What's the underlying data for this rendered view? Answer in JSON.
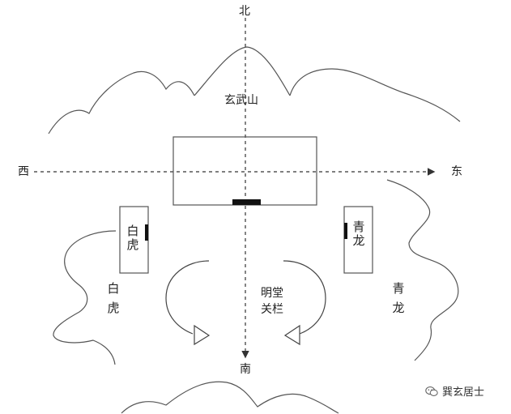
{
  "directions": {
    "north": "北",
    "south": "南",
    "west": "西",
    "east": "东"
  },
  "mountain_label": "玄武山",
  "inner_white_tiger": "白虎",
  "inner_azure_dragon": "青龙",
  "outer_white_tiger": "白虎",
  "outer_azure_dragon": "青龙",
  "hall_label_line1": "明堂",
  "hall_label_line2": "关栏",
  "watermark": "巽玄居士",
  "colors": {
    "stroke": "#555555",
    "text": "#222222",
    "marker": "#111111"
  },
  "icons": [
    "wechat-icon"
  ]
}
